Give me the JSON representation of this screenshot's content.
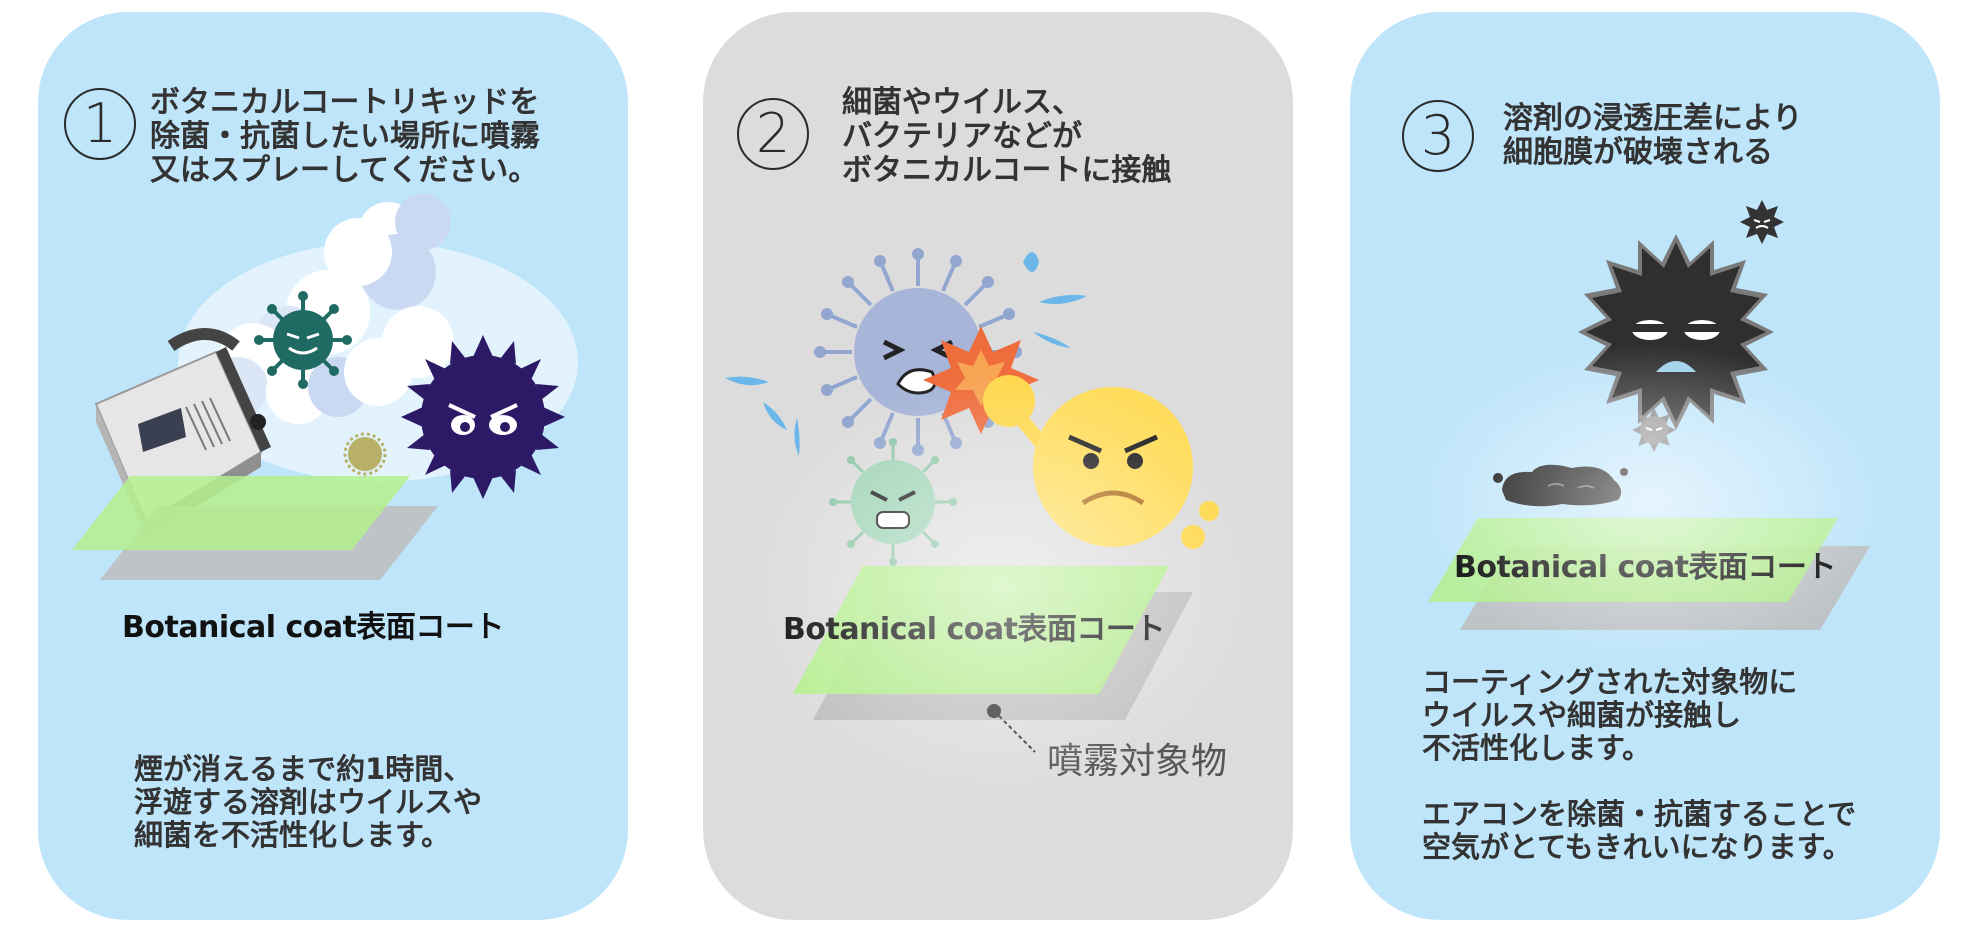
{
  "colors": {
    "panel_blue": "#bfe5fa",
    "panel_gray": "#dcdcdc",
    "coat_green": "#b4f08c",
    "base_gray": "#bdbdbd",
    "text": "#333333"
  },
  "panels": [
    {
      "number": "1",
      "step_text": "ボタニカルコートリキッドを\n除菌・抗菌したい場所に噴霧\n又はスプレーしてください。",
      "surface_label": "Botanical coat表面コート",
      "body_text": "煙が消えるまで約1時間、\n浮遊する溶剤はウイルスや\n細菌を不活性化します。",
      "icons": [
        "fogging-machine-icon",
        "smoke-cloud-icon",
        "green-virus-icon",
        "purple-virus-icon",
        "small-virus-icon"
      ]
    },
    {
      "number": "2",
      "step_text": "細菌やウイルス、\nバクテリアなどが\nボタニカルコートに接触",
      "surface_label": "Botanical coat表面コート",
      "target_label": "噴霧対象物",
      "icons": [
        "blue-virus-icon",
        "green-virus-icon",
        "angry-face-icon",
        "impact-burst-icon"
      ]
    },
    {
      "number": "3",
      "step_text": "溶剤の浸透圧差により\n細胞膜が破壊される",
      "surface_label": "Botanical coat表面コート",
      "body_text": "コーティングされた対象物に\nウイルスや細菌が接触し\n不活性化します。\n\nエアコンを除菌・抗菌することで\n空気がとてもきれいになります。",
      "icons": [
        "dark-virus-icon",
        "small-dark-virus-icon",
        "gray-virus-icon",
        "splat-virus-icon"
      ]
    }
  ]
}
